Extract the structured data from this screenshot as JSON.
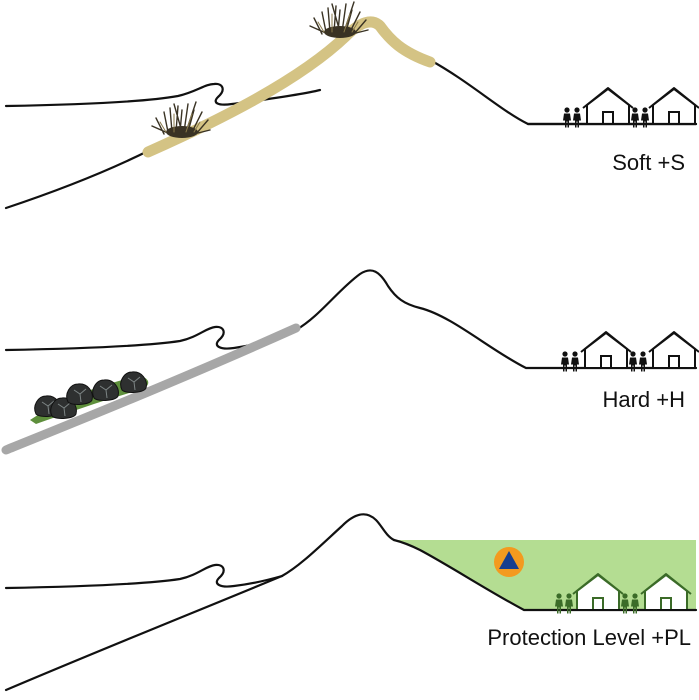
{
  "panels": [
    {
      "id": "soft",
      "caption": "Soft +S",
      "measure_color": "#d4c384",
      "feature": "vegetated dune (grass)"
    },
    {
      "id": "hard",
      "caption": "Hard +H",
      "measure_color": "#a7a7a7",
      "feature": "rock revetment"
    },
    {
      "id": "protection",
      "caption": "Protection Level +PL",
      "measure_color": "#b4dd92",
      "feature": "protected zone with civil-protection symbol"
    }
  ],
  "colors": {
    "outline": "#111111",
    "sand": "#d4c384",
    "grey": "#a7a7a7",
    "green_zone": "#b4dd92",
    "dark_green": "#3b6b28",
    "rock": "#2e3030",
    "cp_orange": "#f39a1f",
    "cp_blue": "#173e8f"
  },
  "icons": [
    "wave-icon",
    "grass-icon",
    "rock-icon",
    "people-icon",
    "house-icon",
    "civil-protection-icon"
  ]
}
